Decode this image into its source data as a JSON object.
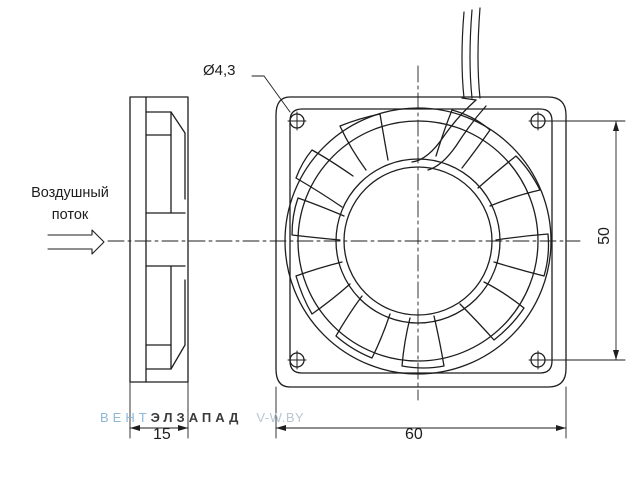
{
  "labels": {
    "airflow_line1": "Воздушный",
    "airflow_line2": "поток",
    "hole_diameter": "Ø4,3",
    "depth": "15",
    "width": "60",
    "height": "50"
  },
  "watermark": {
    "part1": "ВЕНТ",
    "part2": "ЭЛЗАПАД",
    "part3": "V-W.BY"
  },
  "colors": {
    "line": "#1e1e1e",
    "watermark_light": "#8db8d8",
    "watermark_dark": "#3b3b3b"
  }
}
